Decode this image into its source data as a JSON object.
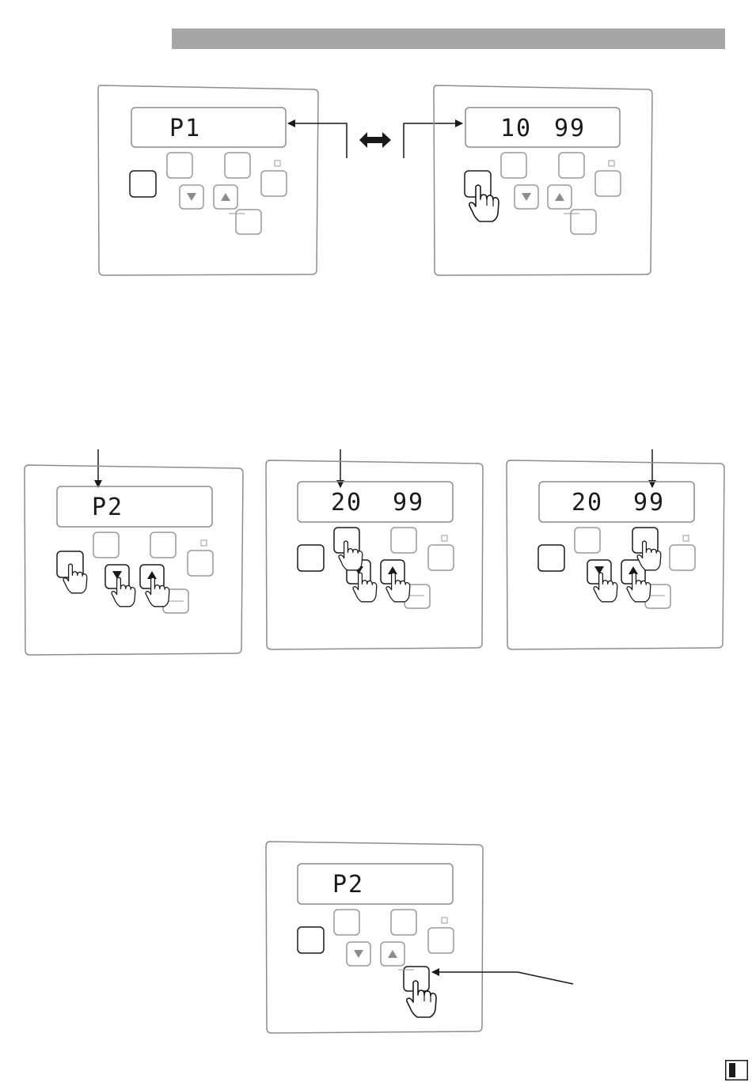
{
  "diagram": {
    "panels": [
      {
        "id": "panel-1",
        "display": {
          "left": "P1",
          "right": ""
        }
      },
      {
        "id": "panel-2",
        "display": {
          "left": "10",
          "right": "99"
        }
      },
      {
        "id": "panel-3",
        "display": {
          "left": "P2",
          "right": ""
        }
      },
      {
        "id": "panel-4",
        "display": {
          "left": "20",
          "right": "99"
        }
      },
      {
        "id": "panel-5",
        "display": {
          "left": "20",
          "right": "99"
        }
      },
      {
        "id": "panel-6",
        "display": {
          "left": "P2",
          "right": ""
        }
      }
    ],
    "icons": {
      "finger": "pointing-finger-icon",
      "toggle_arrow": "double-arrow-icon",
      "down": "down-triangle-icon",
      "up": "up-triangle-icon"
    },
    "colors": {
      "header_bar": "#a6a6a6",
      "panel_stroke": "#8c8c8c",
      "button_dim": "#9a9a9a",
      "button_active": "#1a1a1a"
    }
  }
}
